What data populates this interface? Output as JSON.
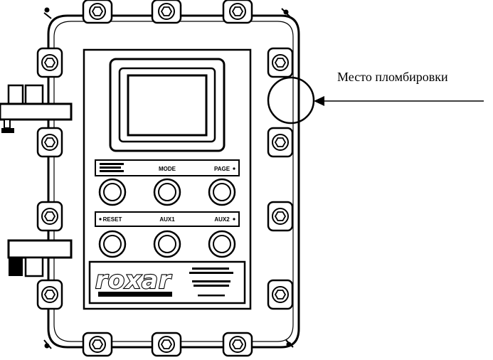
{
  "panel": {
    "top_labels": {
      "center": "MODE",
      "right": "PAGE"
    },
    "bottom_labels": {
      "left": "RESET",
      "center": "AUX1",
      "right": "AUX2"
    }
  },
  "nameplate": {
    "logo": "roxar"
  },
  "callout": {
    "text": "Место пломбировки"
  },
  "colors": {
    "ink": "#000000",
    "paper": "#ffffff"
  }
}
